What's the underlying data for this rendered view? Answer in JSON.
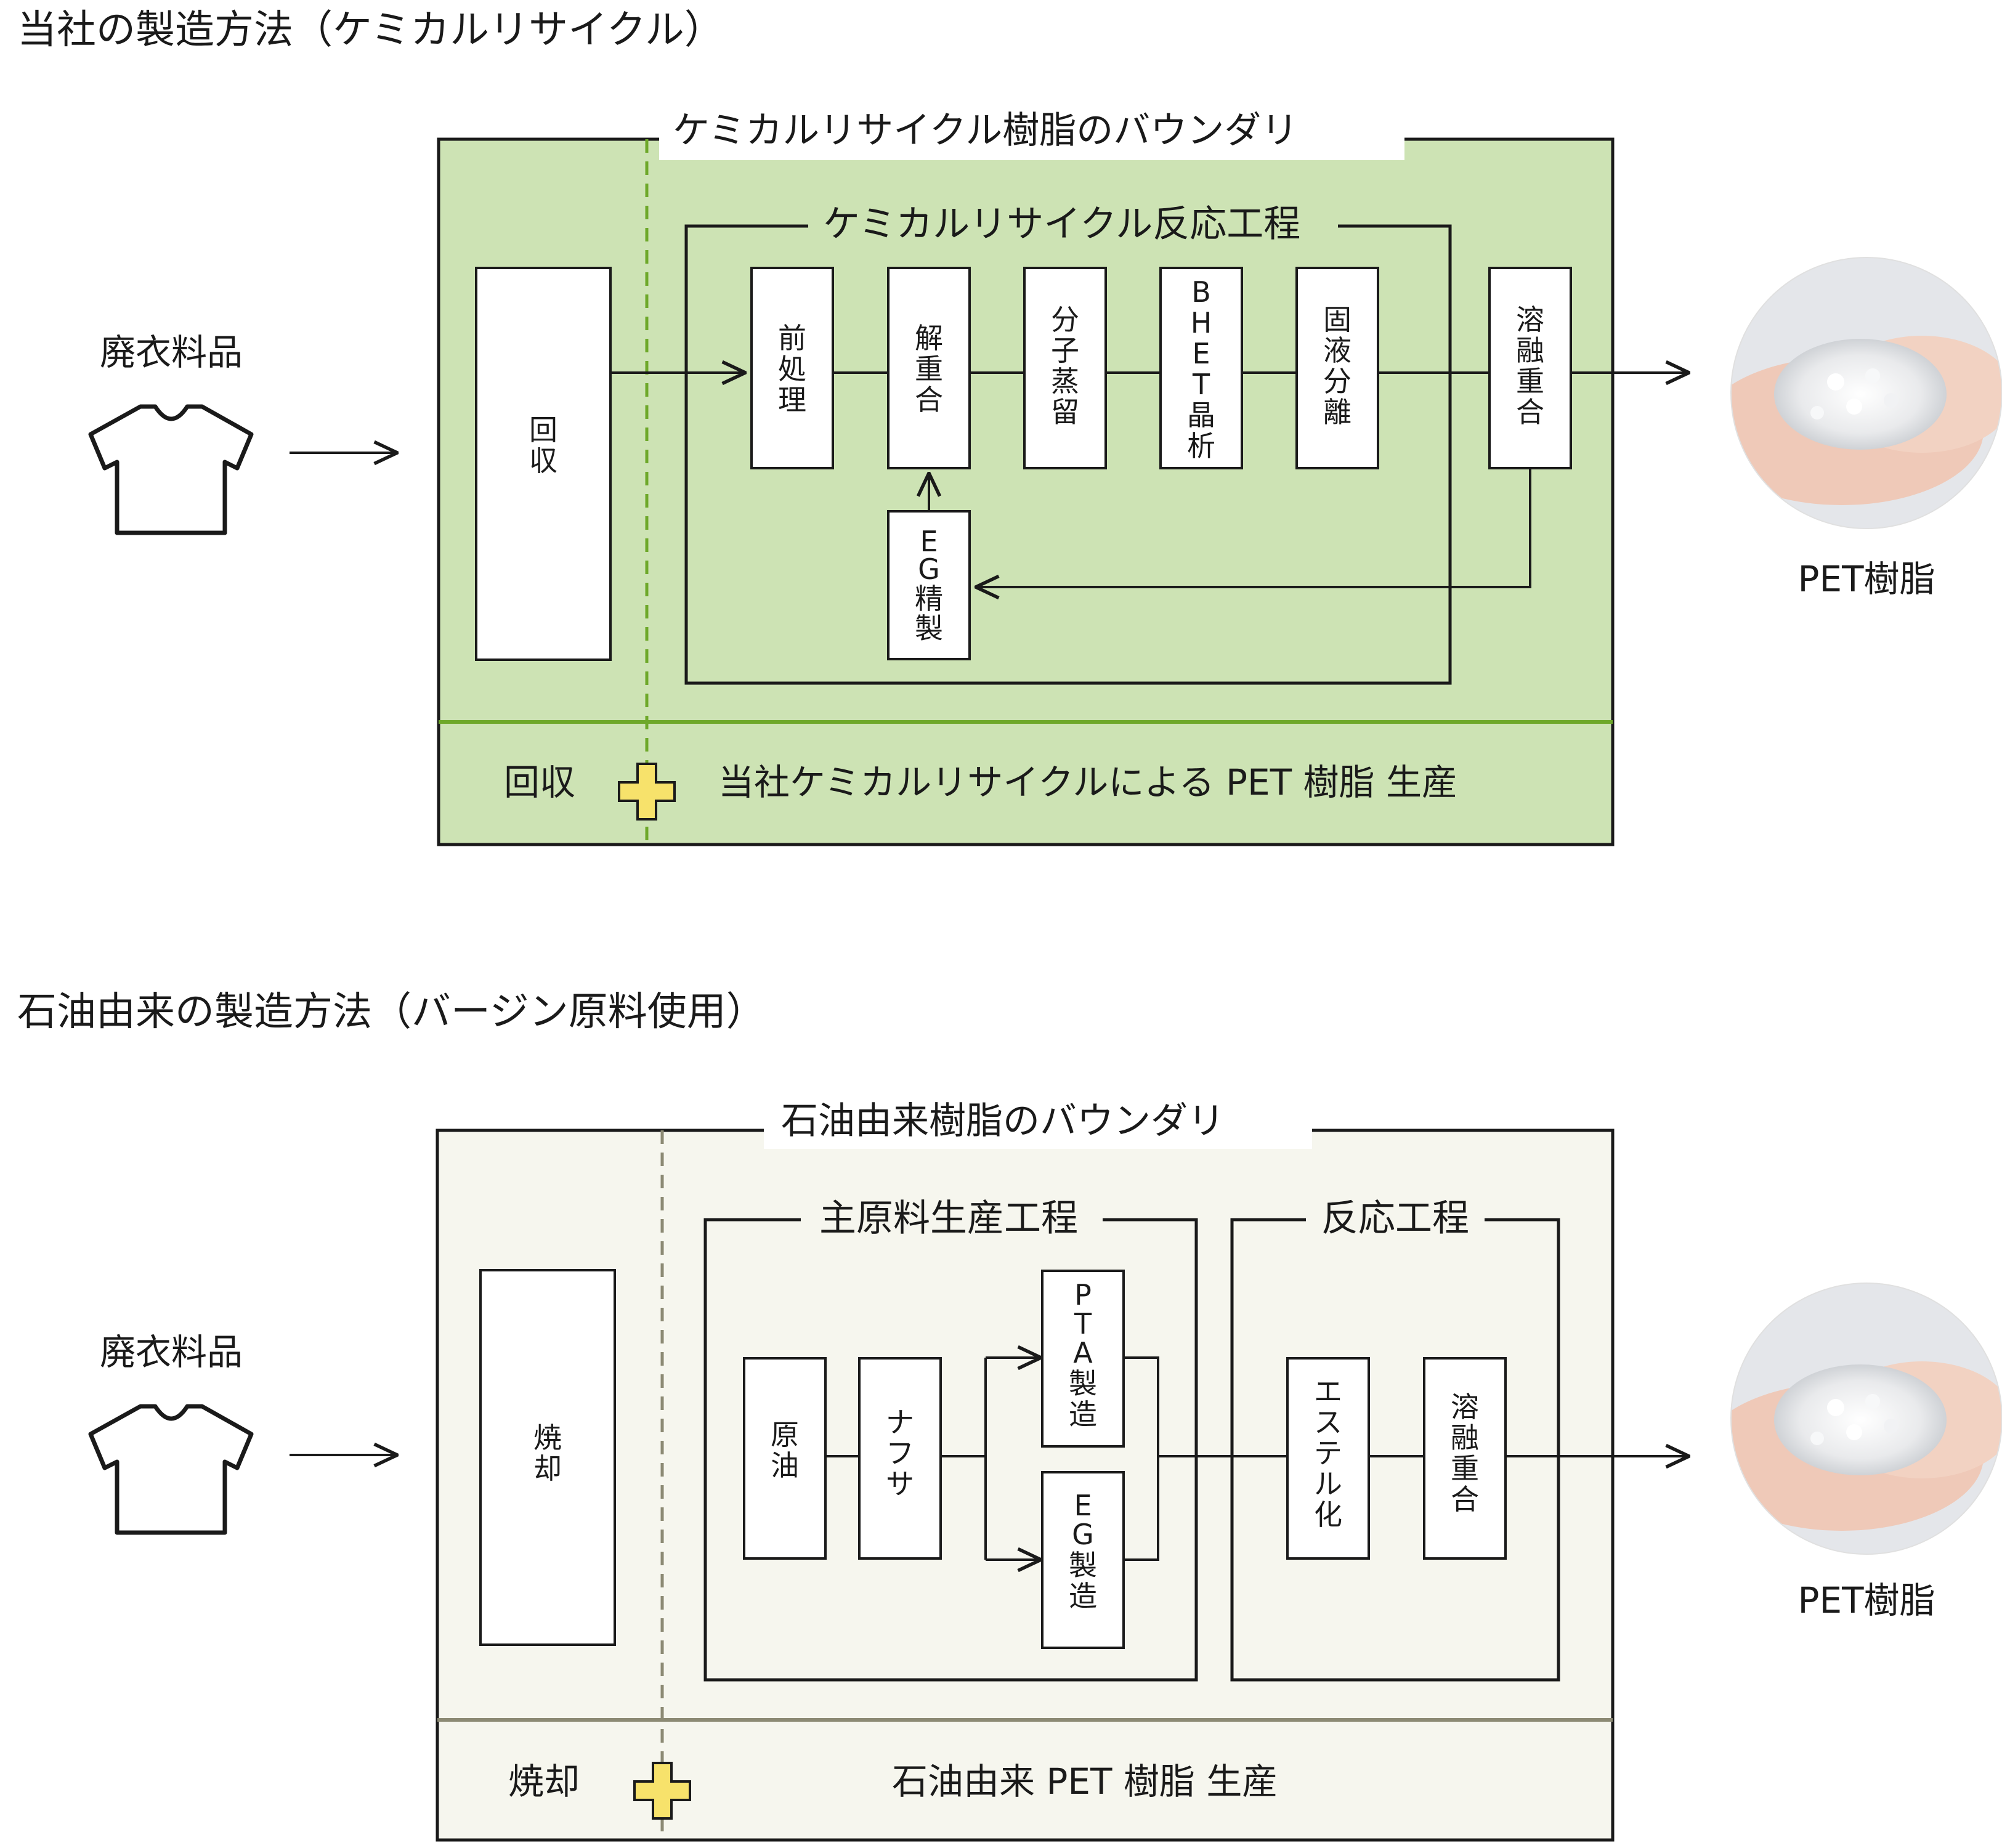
{
  "sections": [
    {
      "heading": "当社の製造方法（ケミカルリサイクル）",
      "frame_title": "ケミカルリサイクル樹脂のバウンダリ",
      "frame_color": "#cde3b4",
      "divider_color": "#6ea82a",
      "input_label": "廃衣料品",
      "output_label": "PET樹脂",
      "collect_box": "回収",
      "sub_group_title": "ケミカルリサイクル反応工程",
      "steps": [
        "前処理",
        "解重合",
        "分子蒸留",
        "BHET晶析",
        "固液分離",
        "溶融重合"
      ],
      "recycle_box": "EG精製",
      "footer_left": "回収",
      "footer_right": "当社ケミカルリサイクルによる PET 樹脂 生産"
    },
    {
      "heading": "石油由来の製造方法（バージン原料使用）",
      "frame_title": "石油由来樹脂のバウンダリ",
      "frame_color": "#f6f6ee",
      "divider_color": "#8c8a74",
      "input_label": "廃衣料品",
      "output_label": "PET樹脂",
      "dispose_box": "焼却",
      "group1_title": "主原料生産工程",
      "group2_title": "反応工程",
      "raw_steps": [
        "原油",
        "ナフサ"
      ],
      "branch_steps": [
        "PTA製造",
        "EG製造"
      ],
      "reaction_steps": [
        "エステル化",
        "溶融重合"
      ],
      "footer_left": "焼却",
      "footer_right": "石油由来 PET 樹脂 生産"
    }
  ],
  "icons": {
    "input": "tshirt-icon",
    "output": "pet-pellets-photo",
    "plus": "plus-icon",
    "plus_color": "#f7e26b"
  }
}
